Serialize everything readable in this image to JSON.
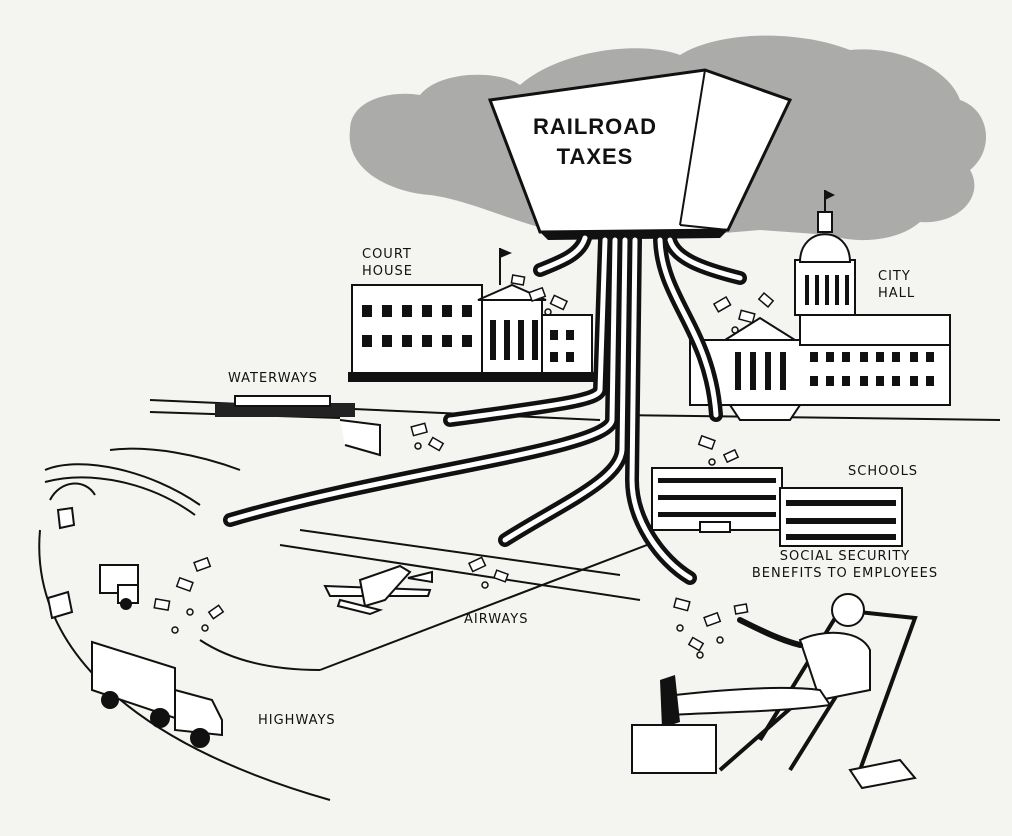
{
  "hopper": {
    "line1": "RAILROAD",
    "line2": "TAXES"
  },
  "labels": {
    "court_house_1": "COURT",
    "court_house_2": "HOUSE",
    "city_hall_1": "CITY",
    "city_hall_2": "HALL",
    "waterways": "WATERWAYS",
    "schools": "SCHOOLS",
    "social_security_1": "SOCIAL SECURITY",
    "social_security_2": "BENEFITS TO EMPLOYEES",
    "airways": "AIRWAYS",
    "highways": "HIGHWAYS"
  },
  "colors": {
    "ink": "#111111",
    "paper": "#f4f4f1",
    "cloud": "#9a9a9a"
  }
}
